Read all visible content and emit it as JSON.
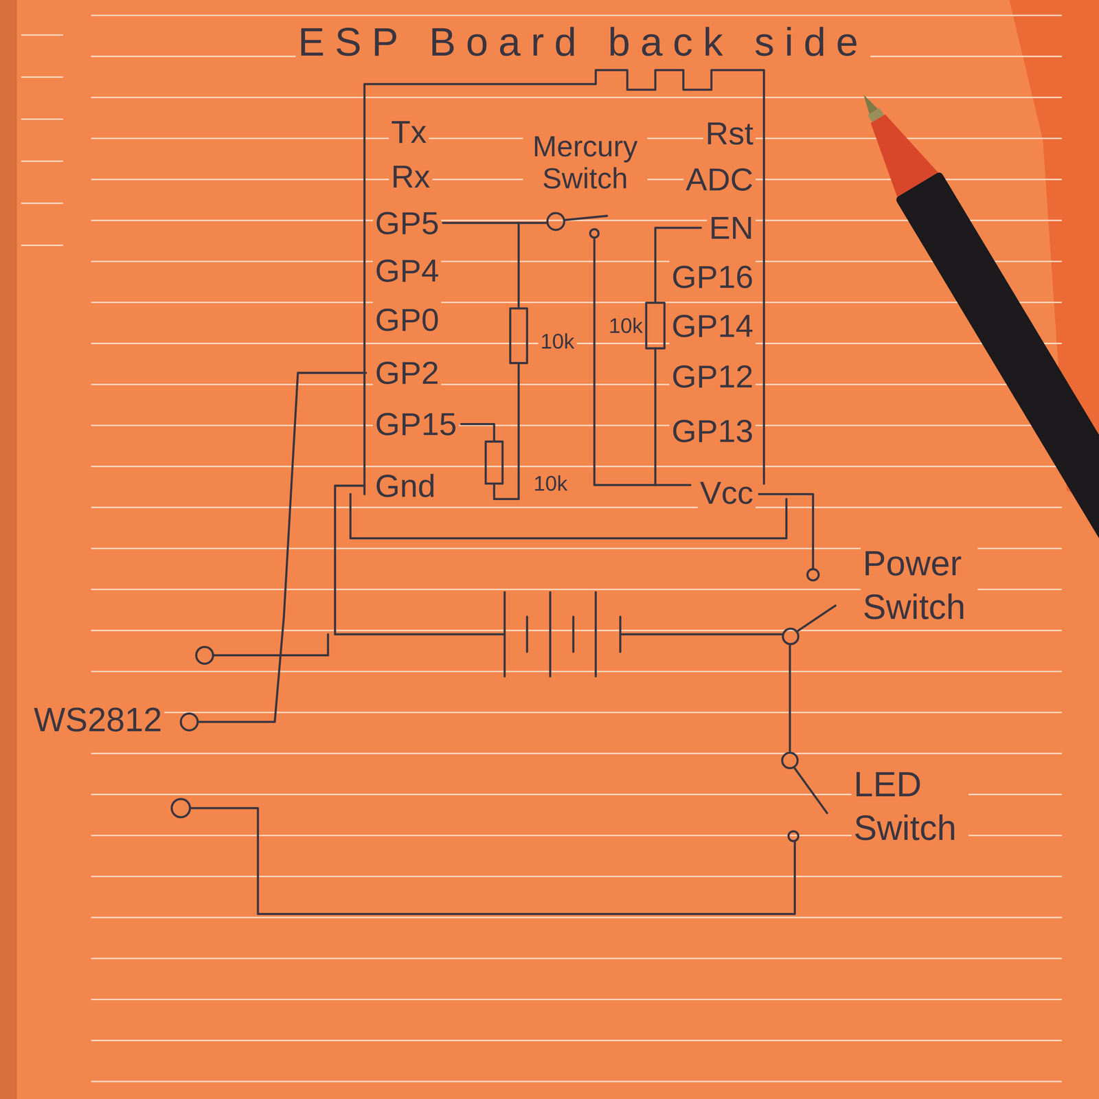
{
  "diagram": {
    "title": "ESP Board back side",
    "labels": [
      "Tx",
      "Rx",
      "GP5",
      "GP4",
      "GP0",
      "GP2",
      "GP15",
      "Gnd",
      "Rst",
      "ADC",
      "EN",
      "GP16",
      "GP14",
      "GP12",
      "GP13",
      "Vcc",
      "Mercury Switch",
      "10k",
      "10k",
      "10k",
      "Power Switch",
      "WS2812",
      "LED Switch"
    ]
  }
}
